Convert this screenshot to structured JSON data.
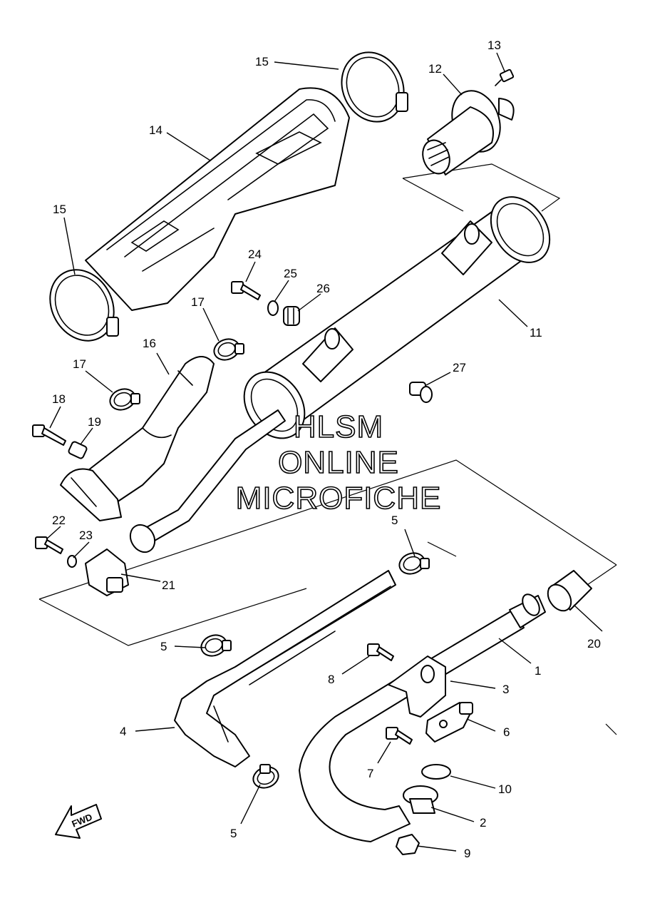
{
  "diagram": {
    "callouts": [
      "1",
      "2",
      "3",
      "4",
      "5",
      "6",
      "7",
      "8",
      "9",
      "10",
      "11",
      "12",
      "13",
      "14",
      "15",
      "16",
      "17",
      "18",
      "19",
      "20",
      "21",
      "22",
      "23",
      "24",
      "25",
      "26",
      "27"
    ],
    "watermark": [
      "HLSM",
      "ONLINE",
      "MICROFICHE"
    ],
    "direction_label": "FWD"
  }
}
